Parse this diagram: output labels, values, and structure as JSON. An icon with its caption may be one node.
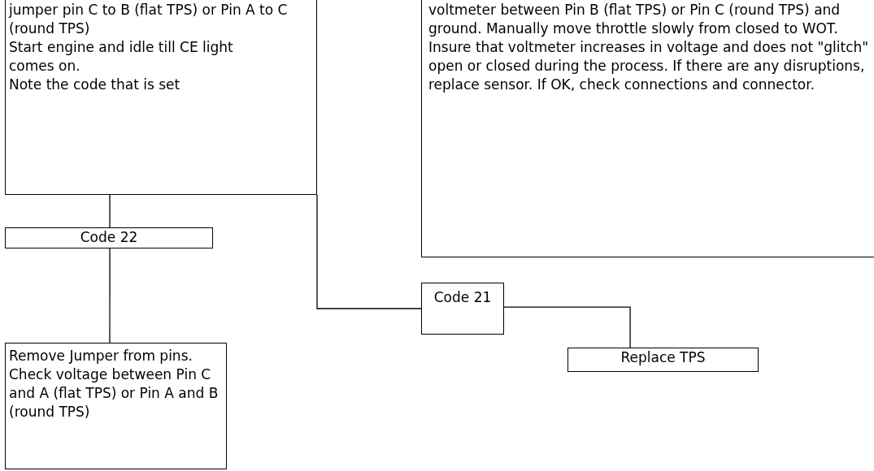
{
  "diagram": {
    "nodes": [
      {
        "text": [
          "jumper pin C to B (flat TPS) or Pin A to C (round TPS)",
          "Start engine and idle till CE light",
          "comes on.",
          "Note the code that is set"
        ]
      },
      {
        "text": [
          "voltmeter between Pin B (flat TPS) or Pin C (round TPS) and ground. Manually move throttle slowly from closed to WOT. Insure that voltmeter increases in voltage and does not \"glitch\" open or closed during the process. If there are any disruptions, replace sensor. If OK, check connections and connector."
        ]
      },
      {
        "text": [
          "Code 22"
        ]
      },
      {
        "text": [
          "Code 21"
        ]
      },
      {
        "text": [
          "Remove Jumper from pins. Check voltage between Pin C and A (flat TPS) or Pin A and B (round TPS)"
        ]
      },
      {
        "text": [
          "Replace TPS"
        ]
      }
    ],
    "edges": [
      {
        "from": 0,
        "to": 2,
        "arrow": "none"
      },
      {
        "from": 2,
        "to": 4,
        "arrow": "none"
      },
      {
        "from": 0,
        "to": 3,
        "arrow": "none"
      },
      {
        "from": 3,
        "to": 5,
        "arrow": "none"
      }
    ]
  }
}
